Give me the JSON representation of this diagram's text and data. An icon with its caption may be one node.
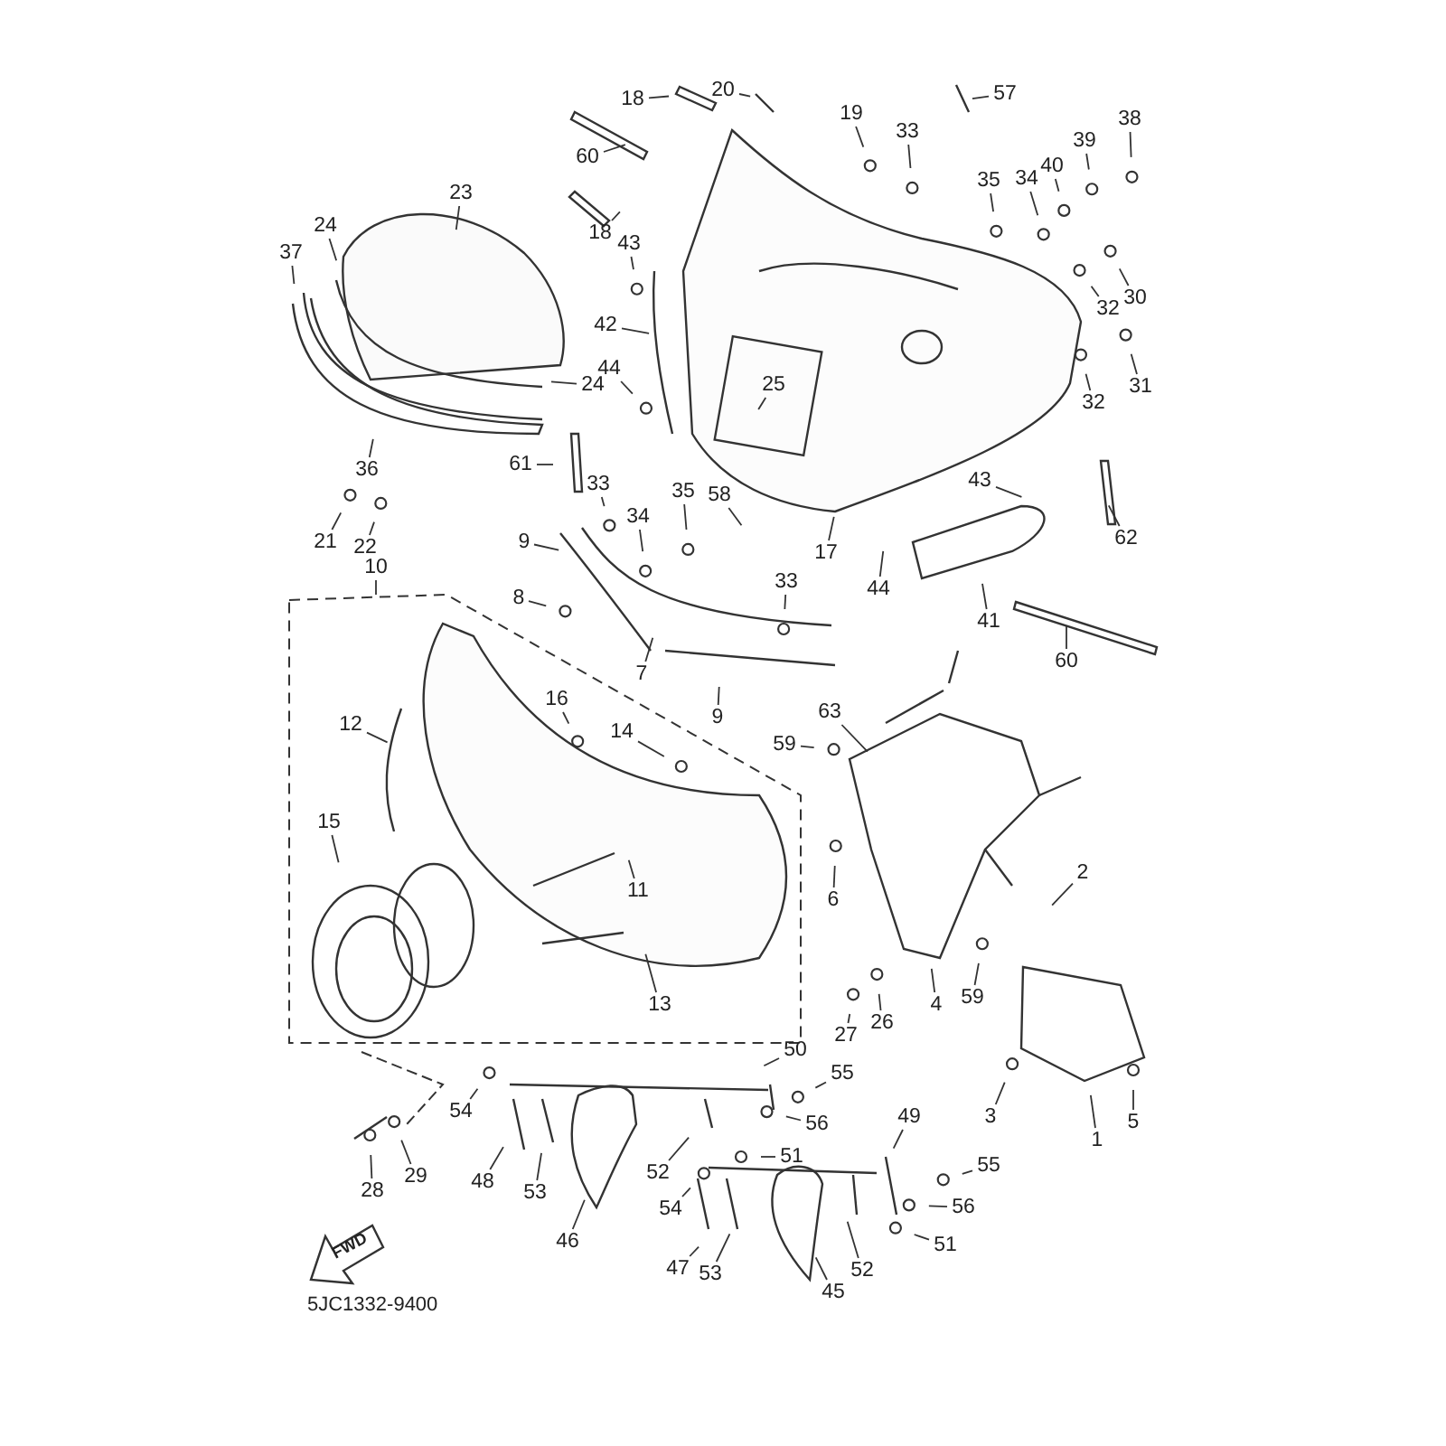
{
  "diagram": {
    "nodes": [
      {
        "text": [
          "18"
        ]
      },
      {
        "text": [
          "20"
        ]
      },
      {
        "text": [
          "19"
        ]
      },
      {
        "text": [
          "33"
        ]
      },
      {
        "text": [
          "57"
        ]
      },
      {
        "text": [
          "60"
        ]
      },
      {
        "text": [
          "18"
        ]
      },
      {
        "text": [
          "39"
        ]
      },
      {
        "text": [
          "38"
        ]
      },
      {
        "text": [
          "40"
        ]
      },
      {
        "text": [
          "35"
        ]
      },
      {
        "text": [
          "34"
        ]
      },
      {
        "text": [
          "23"
        ]
      },
      {
        "text": [
          "24"
        ]
      },
      {
        "text": [
          "37"
        ]
      },
      {
        "text": [
          "43"
        ]
      },
      {
        "text": [
          "30"
        ]
      },
      {
        "text": [
          "32"
        ]
      },
      {
        "text": [
          "42"
        ]
      },
      {
        "text": [
          "44"
        ]
      },
      {
        "text": [
          "24"
        ]
      },
      {
        "text": [
          "25"
        ]
      },
      {
        "text": [
          "32"
        ]
      },
      {
        "text": [
          "31"
        ]
      },
      {
        "text": [
          "61"
        ]
      },
      {
        "text": [
          "36"
        ]
      },
      {
        "text": [
          "33"
        ]
      },
      {
        "text": [
          "34"
        ]
      },
      {
        "text": [
          "35"
        ]
      },
      {
        "text": [
          "21"
        ]
      },
      {
        "text": [
          "22"
        ]
      },
      {
        "text": [
          "9"
        ]
      },
      {
        "text": [
          "58"
        ]
      },
      {
        "text": [
          "17"
        ]
      },
      {
        "text": [
          "43"
        ]
      },
      {
        "text": [
          "62"
        ]
      },
      {
        "text": [
          "44"
        ]
      },
      {
        "text": [
          "41"
        ]
      },
      {
        "text": [
          "10"
        ]
      },
      {
        "text": [
          "8"
        ]
      },
      {
        "text": [
          "33"
        ]
      },
      {
        "text": [
          "7"
        ]
      },
      {
        "text": [
          "9"
        ]
      },
      {
        "text": [
          "60"
        ]
      },
      {
        "text": [
          "12"
        ]
      },
      {
        "text": [
          "16"
        ]
      },
      {
        "text": [
          "14"
        ]
      },
      {
        "text": [
          "63"
        ]
      },
      {
        "text": [
          "59"
        ]
      },
      {
        "text": [
          "15"
        ]
      },
      {
        "text": [
          "11"
        ]
      },
      {
        "text": [
          "6"
        ]
      },
      {
        "text": [
          "2"
        ]
      },
      {
        "text": [
          "59"
        ]
      },
      {
        "text": [
          "4"
        ]
      },
      {
        "text": [
          "13"
        ]
      },
      {
        "text": [
          "27"
        ]
      },
      {
        "text": [
          "26"
        ]
      },
      {
        "text": [
          "3"
        ]
      },
      {
        "text": [
          "5"
        ]
      },
      {
        "text": [
          "1"
        ]
      },
      {
        "text": [
          "50"
        ]
      },
      {
        "text": [
          "55"
        ]
      },
      {
        "text": [
          "56"
        ]
      },
      {
        "text": [
          "51"
        ]
      },
      {
        "text": [
          "49"
        ]
      },
      {
        "text": [
          "55"
        ]
      },
      {
        "text": [
          "56"
        ]
      },
      {
        "text": [
          "51"
        ]
      },
      {
        "text": [
          "54"
        ]
      },
      {
        "text": [
          "48"
        ]
      },
      {
        "text": [
          "53"
        ]
      },
      {
        "text": [
          "46"
        ]
      },
      {
        "text": [
          "52"
        ]
      },
      {
        "text": [
          "54"
        ]
      },
      {
        "text": [
          "47"
        ]
      },
      {
        "text": [
          "53"
        ]
      },
      {
        "text": [
          "45"
        ]
      },
      {
        "text": [
          "52"
        ]
      },
      {
        "text": [
          "28"
        ]
      },
      {
        "text": [
          "29"
        ]
      }
    ],
    "edges": [
      {
        "from": 0,
        "to": null,
        "arrow": "none"
      },
      {
        "from": 1,
        "to": null,
        "arrow": "none"
      },
      {
        "from": 2,
        "to": null,
        "arrow": "none"
      },
      {
        "from": 3,
        "to": null,
        "arrow": "none"
      },
      {
        "from": 4,
        "to": null,
        "arrow": "none"
      },
      {
        "from": 5,
        "to": null,
        "arrow": "none"
      },
      {
        "from": 6,
        "to": null,
        "arrow": "none"
      },
      {
        "from": 7,
        "to": null,
        "arrow": "none"
      },
      {
        "from": 8,
        "to": null,
        "arrow": "none"
      },
      {
        "from": 9,
        "to": null,
        "arrow": "none"
      },
      {
        "from": 10,
        "to": null,
        "arrow": "none"
      },
      {
        "from": 11,
        "to": null,
        "arrow": "none"
      },
      {
        "from": 12,
        "to": null,
        "arrow": "none"
      },
      {
        "from": 13,
        "to": null,
        "arrow": "none"
      },
      {
        "from": 14,
        "to": null,
        "arrow": "none"
      },
      {
        "from": 15,
        "to": null,
        "arrow": "none"
      },
      {
        "from": 16,
        "to": null,
        "arrow": "none"
      },
      {
        "from": 17,
        "to": null,
        "arrow": "none"
      },
      {
        "from": 18,
        "to": null,
        "arrow": "none"
      },
      {
        "from": 19,
        "to": null,
        "arrow": "none"
      },
      {
        "from": 20,
        "to": null,
        "arrow": "none"
      },
      {
        "from": 21,
        "to": null,
        "arrow": "none"
      },
      {
        "from": 22,
        "to": null,
        "arrow": "none"
      },
      {
        "from": 23,
        "to": null,
        "arrow": "none"
      },
      {
        "from": 24,
        "to": null,
        "arrow": "none"
      },
      {
        "from": 25,
        "to": null,
        "arrow": "none"
      },
      {
        "from": 26,
        "to": null,
        "arrow": "none"
      },
      {
        "from": 27,
        "to": null,
        "arrow": "none"
      },
      {
        "from": 28,
        "to": null,
        "arrow": "none"
      },
      {
        "from": 29,
        "to": null,
        "arrow": "none"
      },
      {
        "from": 30,
        "to": null,
        "arrow": "none"
      },
      {
        "from": 31,
        "to": null,
        "arrow": "none"
      },
      {
        "from": 32,
        "to": null,
        "arrow": "none"
      },
      {
        "from": 33,
        "to": null,
        "arrow": "none"
      },
      {
        "from": 34,
        "to": null,
        "arrow": "none"
      },
      {
        "from": 35,
        "to": null,
        "arrow": "none"
      },
      {
        "from": 36,
        "to": null,
        "arrow": "none"
      },
      {
        "from": 37,
        "to": null,
        "arrow": "none"
      },
      {
        "from": 38,
        "to": null,
        "arrow": "none"
      },
      {
        "from": 39,
        "to": null,
        "arrow": "none"
      },
      {
        "from": 40,
        "to": null,
        "arrow": "none"
      },
      {
        "from": 41,
        "to": null,
        "arrow": "none"
      },
      {
        "from": 42,
        "to": null,
        "arrow": "none"
      },
      {
        "from": 43,
        "to": null,
        "arrow": "none"
      },
      {
        "from": 44,
        "to": null,
        "arrow": "none"
      },
      {
        "from": 45,
        "to": null,
        "arrow": "none"
      },
      {
        "from": 46,
        "to": null,
        "arrow": "none"
      },
      {
        "from": 47,
        "to": null,
        "arrow": "none"
      },
      {
        "from": 48,
        "to": null,
        "arrow": "none"
      },
      {
        "from": 49,
        "to": null,
        "arrow": "none"
      },
      {
        "from": 50,
        "to": null,
        "arrow": "none"
      },
      {
        "from": 51,
        "to": null,
        "arrow": "none"
      },
      {
        "from": 52,
        "to": null,
        "arrow": "none"
      },
      {
        "from": 53,
        "to": null,
        "arrow": "none"
      },
      {
        "from": 54,
        "to": null,
        "arrow": "none"
      },
      {
        "from": 55,
        "to": null,
        "arrow": "none"
      },
      {
        "from": 56,
        "to": null,
        "arrow": "none"
      },
      {
        "from": 57,
        "to": null,
        "arrow": "none"
      },
      {
        "from": 58,
        "to": null,
        "arrow": "none"
      },
      {
        "from": 59,
        "to": null,
        "arrow": "none"
      },
      {
        "from": 60,
        "to": null,
        "arrow": "none"
      },
      {
        "from": 61,
        "to": null,
        "arrow": "none"
      },
      {
        "from": 62,
        "to": null,
        "arrow": "none"
      },
      {
        "from": 63,
        "to": null,
        "arrow": "none"
      },
      {
        "from": 64,
        "to": null,
        "arrow": "none"
      },
      {
        "from": 65,
        "to": null,
        "arrow": "none"
      },
      {
        "from": 66,
        "to": null,
        "arrow": "none"
      },
      {
        "from": 67,
        "to": null,
        "arrow": "none"
      },
      {
        "from": 68,
        "to": null,
        "arrow": "none"
      },
      {
        "from": 69,
        "to": null,
        "arrow": "none"
      },
      {
        "from": 70,
        "to": null,
        "arrow": "none"
      },
      {
        "from": 71,
        "to": null,
        "arrow": "none"
      },
      {
        "from": 72,
        "to": null,
        "arrow": "none"
      },
      {
        "from": 73,
        "to": null,
        "arrow": "none"
      },
      {
        "from": 74,
        "to": null,
        "arrow": "none"
      },
      {
        "from": 75,
        "to": null,
        "arrow": "none"
      },
      {
        "from": 76,
        "to": null,
        "arrow": "none"
      },
      {
        "from": 77,
        "to": null,
        "arrow": "none"
      },
      {
        "from": 78,
        "to": null,
        "arrow": "none"
      },
      {
        "from": 79,
        "to": null,
        "arrow": "none"
      },
      {
        "from": 80,
        "to": null,
        "arrow": "none"
      }
    ],
    "labels": [
      "FWD",
      "5JC1332-9400"
    ]
  }
}
